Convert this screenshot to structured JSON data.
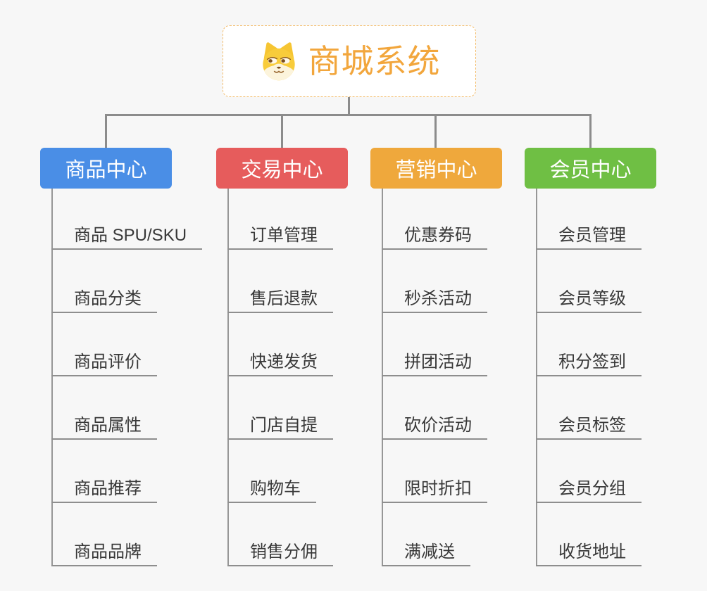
{
  "app": {
    "background_color": "#F7F7F7",
    "connector_color": "#8C8C8C"
  },
  "root": {
    "title": "商城系统",
    "icon": "doge-face-icon",
    "text_color": "#F2A63C",
    "border_color": "#F3BC6A"
  },
  "branches": [
    {
      "label": "商品中心",
      "color": "#4A8EE6",
      "items": [
        "商品 SPU/SKU",
        "商品分类",
        "商品评价",
        "商品属性",
        "商品推荐",
        "商品品牌"
      ]
    },
    {
      "label": "交易中心",
      "color": "#E65C5C",
      "items": [
        "订单管理",
        "售后退款",
        "快递发货",
        "门店自提",
        "购物车",
        "销售分佣"
      ]
    },
    {
      "label": "营销中心",
      "color": "#EFA83C",
      "items": [
        "优惠券码",
        "秒杀活动",
        "拼团活动",
        "砍价活动",
        "限时折扣",
        "满减送"
      ]
    },
    {
      "label": "会员中心",
      "color": "#6FBF44",
      "items": [
        "会员管理",
        "会员等级",
        "积分签到",
        "会员标签",
        "会员分组",
        "收货地址"
      ]
    }
  ]
}
